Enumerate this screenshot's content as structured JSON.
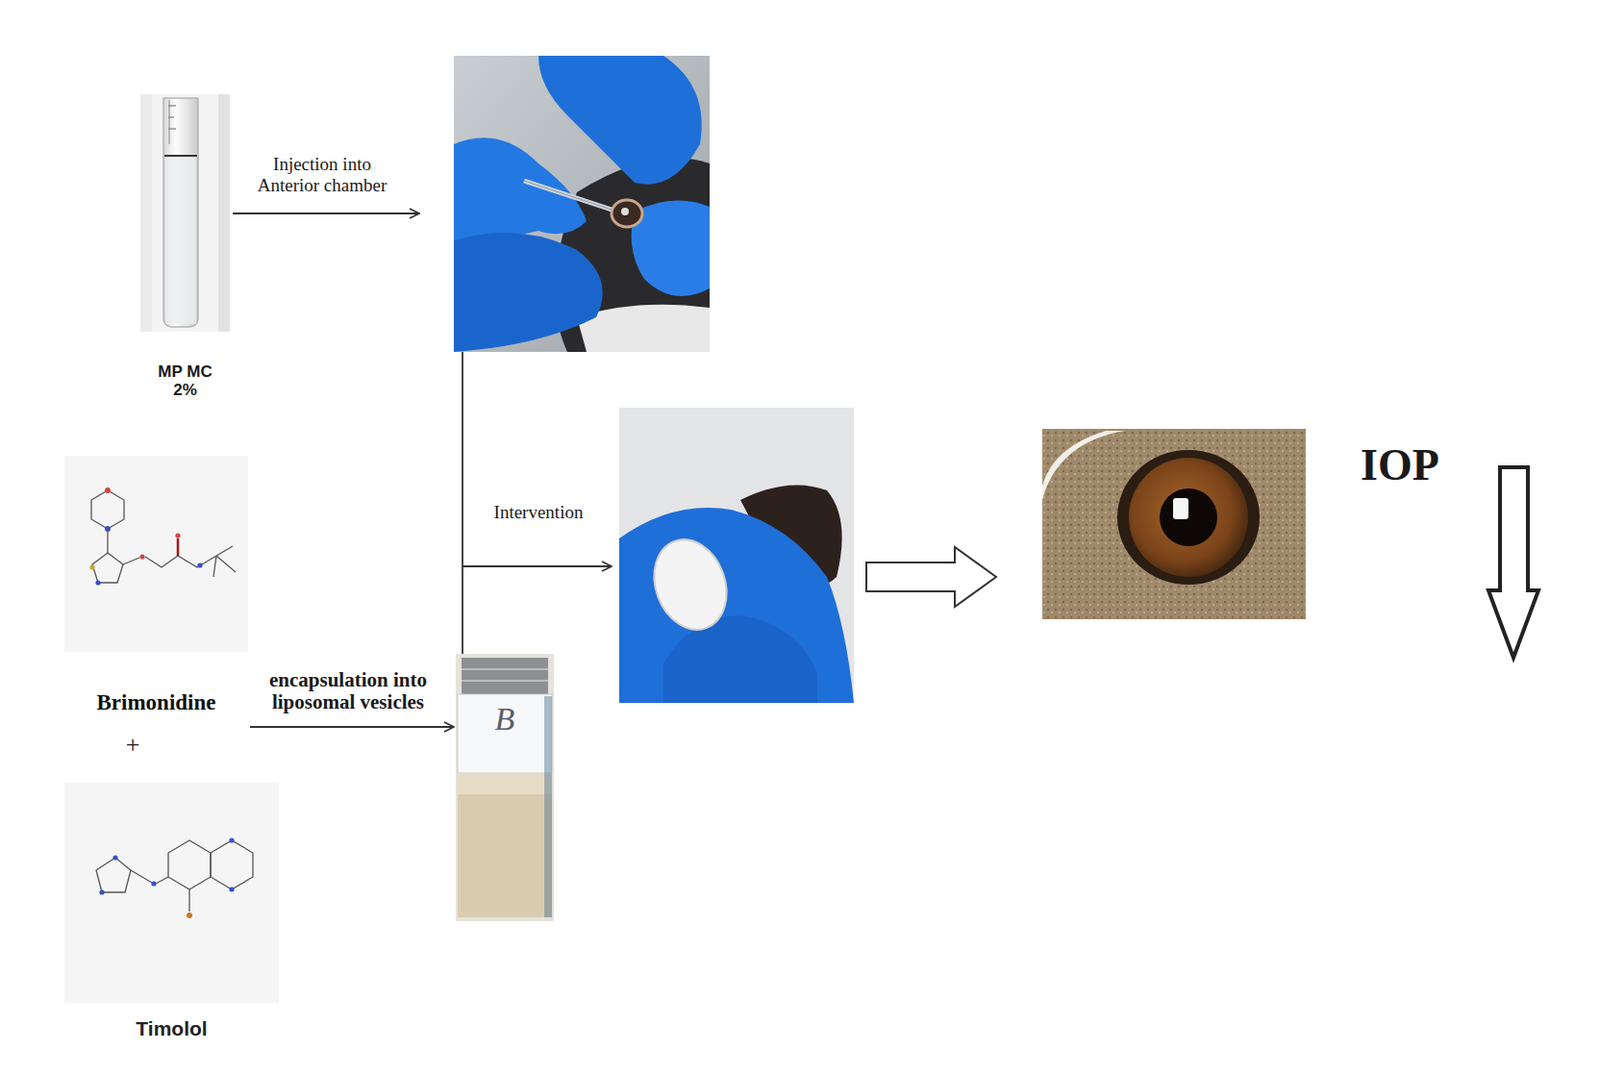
{
  "diagram": {
    "nodes": [
      {
        "text": [
          "MP MC 2%"
        ]
      },
      {
        "text": [
          "Brimonidine"
        ]
      },
      {
        "text": [
          "Timolol"
        ]
      },
      {
        "text": [
          "B"
        ]
      }
    ],
    "edges": [
      {
        "from": 1,
        "to": 3,
        "label": "encapsulation into liposomal vesicles",
        "arrow": "to"
      }
    ],
    "labels": [
      "Injection into Anterior chamber",
      "+",
      "Intervention",
      "IOP"
    ]
  }
}
